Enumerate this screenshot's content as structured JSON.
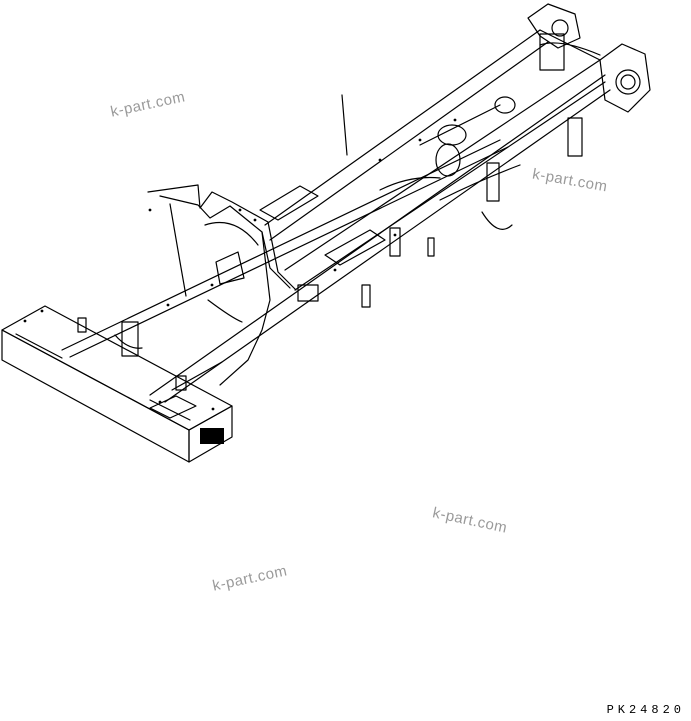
{
  "drawing": {
    "watermarks": [
      "k-part.com",
      "k-part.com",
      "k-part.com",
      "k-part.com"
    ],
    "drawing_code": "PK24820"
  }
}
